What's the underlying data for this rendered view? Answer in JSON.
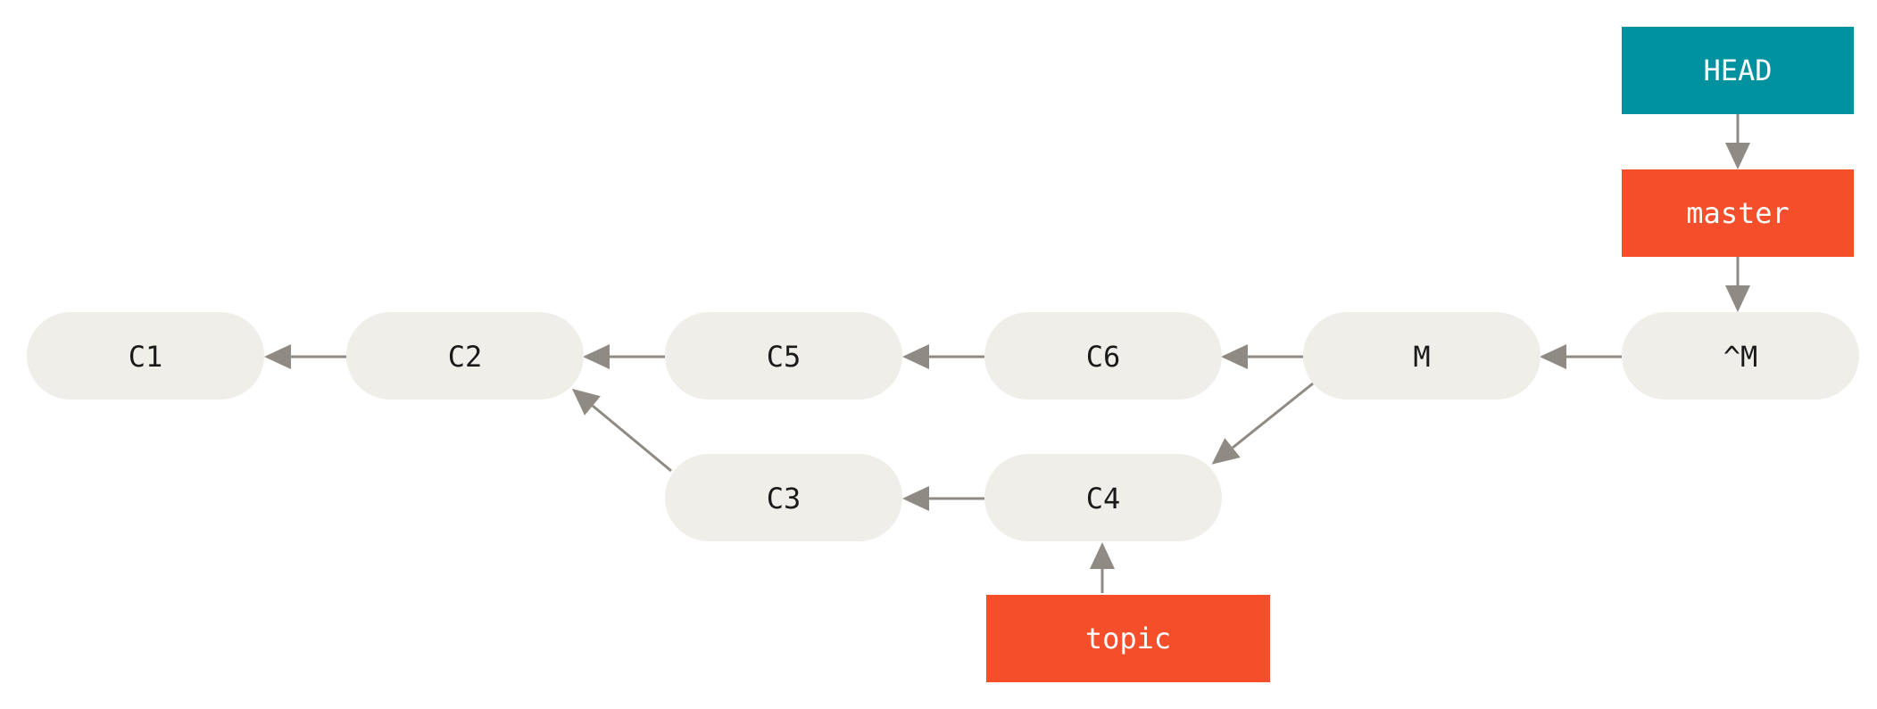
{
  "commits": {
    "c1": "C1",
    "c2": "C2",
    "c5": "C5",
    "c6": "C6",
    "m": "M",
    "revert_m": "^M",
    "c3": "C3",
    "c4": "C4"
  },
  "refs": {
    "head": "HEAD",
    "master": "master",
    "topic": "topic"
  },
  "colors": {
    "commit_fill": "#EFEEE8",
    "branch_fill": "#F54E2B",
    "head_fill": "#00929E",
    "arrow": "#8F8A83"
  }
}
